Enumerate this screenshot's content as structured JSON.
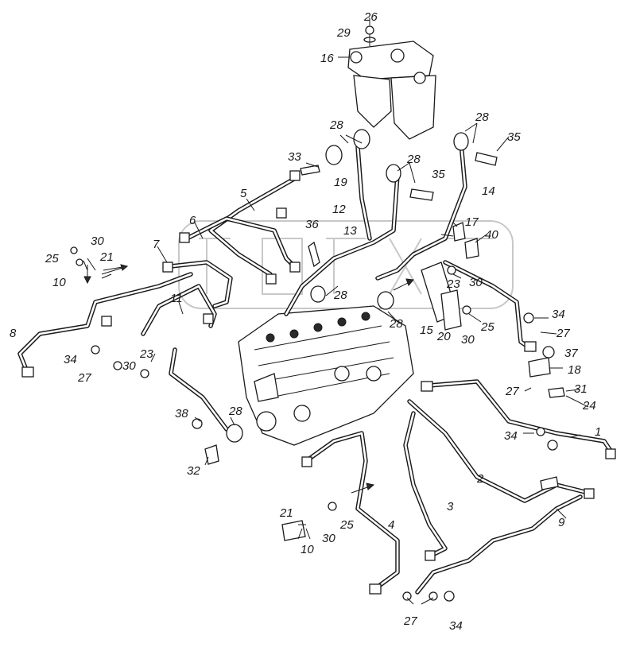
{
  "diagram": {
    "labels": [
      "1",
      "2",
      "3",
      "4",
      "5",
      "6",
      "7",
      "8",
      "9",
      "10",
      "10",
      "11",
      "12",
      "13",
      "14",
      "15",
      "16",
      "17",
      "18",
      "19",
      "20",
      "21",
      "21",
      "23",
      "23",
      "24",
      "25",
      "25",
      "25",
      "26",
      "27",
      "27",
      "27",
      "27",
      "28",
      "28",
      "28",
      "28",
      "28",
      "28",
      "29",
      "30",
      "30",
      "30",
      "30",
      "30",
      "31",
      "32",
      "33",
      "34",
      "34",
      "34",
      "34",
      "35",
      "35",
      "36",
      "37",
      "38",
      "40"
    ]
  }
}
